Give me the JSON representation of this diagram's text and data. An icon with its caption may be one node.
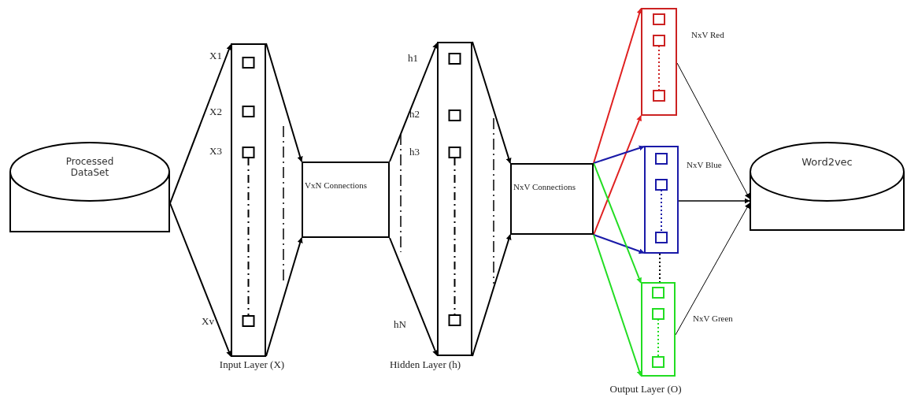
{
  "diagram": {
    "nodes": [
      {
        "text": [
          "Processed DataSet"
        ]
      },
      {
        "text": [],
        "shape": "box",
        "beside": [
          "Input Layer (X)"
        ]
      },
      {
        "text": [
          "VxN Connections"
        ]
      },
      {
        "text": [],
        "shape": "box",
        "beside": [
          "Hidden Layer (h)"
        ]
      },
      {
        "text": [
          "NxV Connections"
        ]
      },
      {
        "text": [],
        "shape": "box",
        "beside": [
          "NxV Red"
        ]
      },
      {
        "text": [],
        "shape": "box",
        "beside": [
          "NxV Blue"
        ]
      },
      {
        "text": [],
        "shape": "box",
        "beside": [
          "NxV Green"
        ]
      },
      {
        "text": [
          "Word2vec"
        ]
      }
    ],
    "edges": [
      {
        "from": 0,
        "to": 1,
        "arrow": "to"
      },
      {
        "from": 0,
        "to": 1,
        "arrow": "to"
      },
      {
        "from": 1,
        "to": 2,
        "arrow": "to"
      },
      {
        "from": 1,
        "to": 2,
        "arrow": "to"
      },
      {
        "from": 2,
        "to": 3,
        "arrow": "to"
      },
      {
        "from": 2,
        "to": 3,
        "arrow": "to"
      },
      {
        "from": 3,
        "to": 4,
        "arrow": "to"
      },
      {
        "from": 3,
        "to": 4,
        "arrow": "to"
      },
      {
        "from": 4,
        "to": 5,
        "arrow": "to",
        "color": "#e02020"
      },
      {
        "from": 4,
        "to": 5,
        "arrow": "to",
        "color": "#e02020"
      },
      {
        "from": 4,
        "to": 6,
        "arrow": "to",
        "color": "#1a1aa8"
      },
      {
        "from": 4,
        "to": 6,
        "arrow": "to",
        "color": "#1a1aa8"
      },
      {
        "from": 4,
        "to": 7,
        "arrow": "to",
        "color": "#22dd22"
      },
      {
        "from": 4,
        "to": 7,
        "arrow": "to",
        "color": "#22dd22"
      },
      {
        "from": 5,
        "to": 8,
        "arrow": "to"
      },
      {
        "from": 6,
        "to": 8,
        "arrow": "to"
      },
      {
        "from": 7,
        "to": 8,
        "arrow": "to"
      },
      {
        "from": 6,
        "to": 7,
        "arrow": "none",
        "style": "dashed"
      }
    ],
    "labels": [
      "X1",
      "X2",
      "X3",
      "Xv",
      "h1",
      "h2",
      "h3",
      "hN",
      "Output Layer (O)"
    ]
  }
}
